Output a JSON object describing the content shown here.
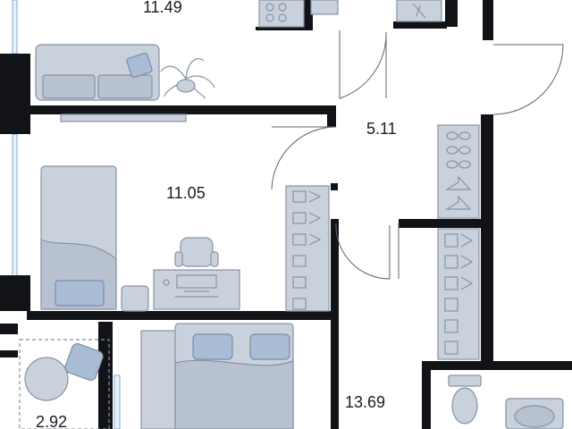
{
  "rooms": [
    {
      "id": "living",
      "area": "11.49"
    },
    {
      "id": "hall",
      "area": "5.11"
    },
    {
      "id": "bedroom-small",
      "area": "11.05"
    },
    {
      "id": "bedroom-large",
      "area": "13.69"
    },
    {
      "id": "balcony",
      "area": "2.92"
    }
  ],
  "colors": {
    "wall": "#111317",
    "furniture": "#c9d1dc",
    "furniture_stroke": "#8893a3",
    "accent": "#a9bdd6"
  }
}
